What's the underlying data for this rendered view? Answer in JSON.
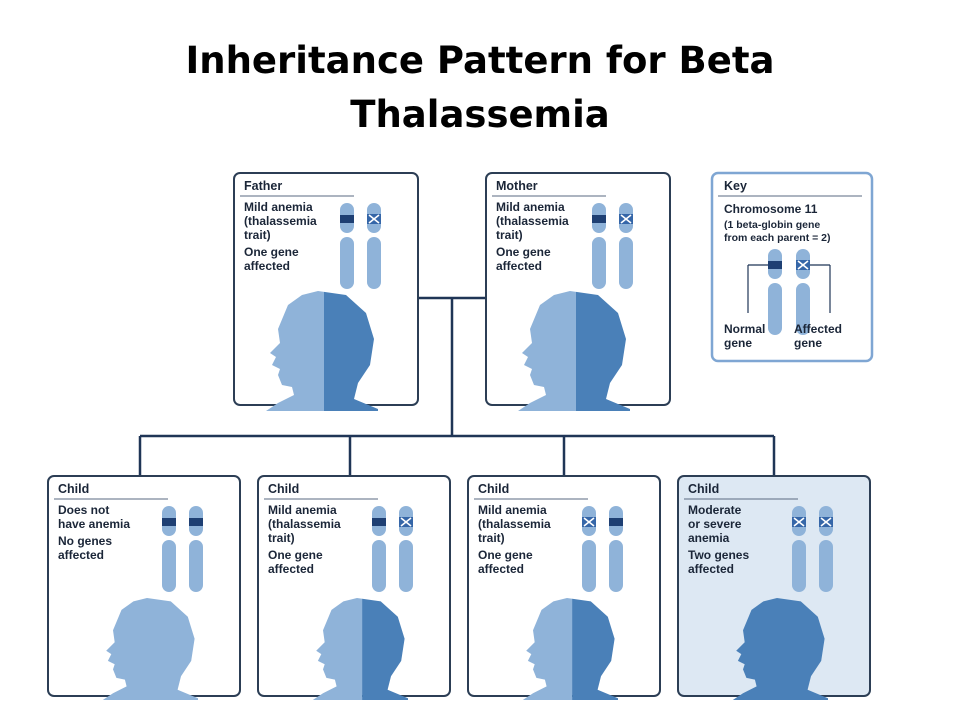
{
  "title": {
    "line1": "Inheritance Pattern for Beta",
    "line2": "Thalassemia"
  },
  "colors": {
    "light_blue": "#8fb3d9",
    "dark_blue": "#4a80b8",
    "navy_band": "#1e3f73",
    "cross_band": "#3566a8",
    "line": "#1f3556",
    "panel_border": "#2c3e55",
    "key_border": "#7fa6d3",
    "affected_bg": "#dde8f3"
  },
  "parents": [
    {
      "heading": "Father",
      "lines": [
        "Mild anemia",
        "(thalassemia",
        "trait)",
        "One gene",
        "affected"
      ],
      "genes": [
        "normal",
        "affected"
      ]
    },
    {
      "heading": "Mother",
      "lines": [
        "Mild anemia",
        "(thalassemia",
        "trait)",
        "One gene",
        "affected"
      ],
      "genes": [
        "normal",
        "affected"
      ]
    }
  ],
  "children": [
    {
      "heading": "Child",
      "lines": [
        "Does not",
        "have anemia",
        "No genes",
        "affected"
      ],
      "genes": [
        "normal",
        "normal"
      ]
    },
    {
      "heading": "Child",
      "lines": [
        "Mild anemia",
        "(thalassemia",
        "trait)",
        "One gene",
        "affected"
      ],
      "genes": [
        "normal",
        "affected"
      ]
    },
    {
      "heading": "Child",
      "lines": [
        "Mild anemia",
        "(thalassemia",
        "trait)",
        "One gene",
        "affected"
      ],
      "genes": [
        "affected",
        "normal"
      ]
    },
    {
      "heading": "Child",
      "lines": [
        "Moderate",
        "or severe",
        "anemia",
        "Two genes",
        "affected"
      ],
      "genes": [
        "affected",
        "affected"
      ]
    }
  ],
  "key": {
    "heading": "Key",
    "lines": [
      "Chromosome 11",
      "(1 beta-globin gene",
      "from each parent = 2)"
    ],
    "normal_label": [
      "Normal",
      "gene"
    ],
    "affected_label": [
      "Affected",
      "gene"
    ]
  }
}
